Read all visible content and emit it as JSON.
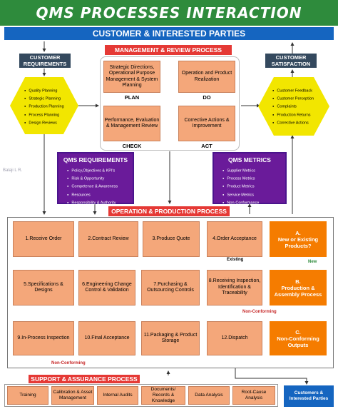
{
  "title": "QMS PROCESSES INTERACTION",
  "customer_banner": "CUSTOMER & INTERESTED PARTIES",
  "customer_requirements": {
    "label": "CUSTOMER REQUIREMENTS",
    "items": [
      "Quality Planning",
      "Strategic Planning",
      "Production Planning",
      "Process Planning",
      "Design Reviews"
    ]
  },
  "customer_satisfaction": {
    "label": "CUSTOMER SATISFACTION",
    "items": [
      "Customer Feedback",
      "Customer Perception",
      "Complaints",
      "Production Returns",
      "Corrective Actions"
    ]
  },
  "management": {
    "label": "MANAGEMENT & REVIEW PROCESS",
    "plan_text": "Strategic Directions, Operational Purpose Management & System Planning",
    "plan_label": "PLAN",
    "do_text": "Operation and Product Realization",
    "do_label": "DO",
    "check_text": "Performance, Evaluation & Management Review",
    "check_label": "CHECK",
    "act_text": "Corrective Actions & Improvement",
    "act_label": "ACT"
  },
  "qms_requirements": {
    "title": "QMS REQUIREMENTS",
    "items": [
      "Policy,Objectives & KPI's",
      "Risk & Opportunity",
      "Competence & Awareness",
      "Resources",
      "Responsibility & Authority"
    ]
  },
  "qms_metrics": {
    "title": "QMS METRICS",
    "items": [
      "Supplier Metrics",
      "Process Metrics",
      "Product Metrics",
      "Service Metrics",
      "Non-Conformance"
    ]
  },
  "watermark": "Balaji L R.",
  "operation": {
    "label": "OPERATION & PRODUCTION PROCESS",
    "row1": [
      "1.Receive Order",
      "2.Contract Review",
      "3.Produce Quote",
      "4.Order Acceptance"
    ],
    "decision_a": "A.\nNew or Existing Products?",
    "existing": "Existing",
    "new": "New",
    "row2": [
      "5.Specifications & Designs",
      "6.Engineering Change Control & Validation",
      "7.Purchasing & Outsourcing Controls",
      "8.Receiving Inspection, Identification & Traceability"
    ],
    "decision_b": "B.\nProduction & Assembly Process",
    "non_conforming_1": "Non-Conforming",
    "row3": [
      "9.In-Process Inspection",
      "10.Final Acceptance",
      "11.Packaging & Product Storage",
      "12.Dispatch"
    ],
    "decision_c": "C.\nNon-Conforming Outputs",
    "non_conforming_2": "Non-Conforming"
  },
  "support": {
    "label": "SUPPORT & ASSURANCE PROCESS",
    "items": [
      "Training",
      "Calibration & Asset Management",
      "Internal Audits",
      "Documents/ Records & Knowledge",
      "Data Analysis",
      "Root-Cause Analysis"
    ]
  },
  "customers_out": "Customers & Interested Parties",
  "colors": {
    "title_green": "#2e8b3c",
    "banner_blue": "#1565c0",
    "label_red": "#e53935",
    "box_orange": "#f4a77a",
    "decision_orange": "#f57c00",
    "purple": "#6a1b9a",
    "hex_yellow": "#f2e600"
  }
}
